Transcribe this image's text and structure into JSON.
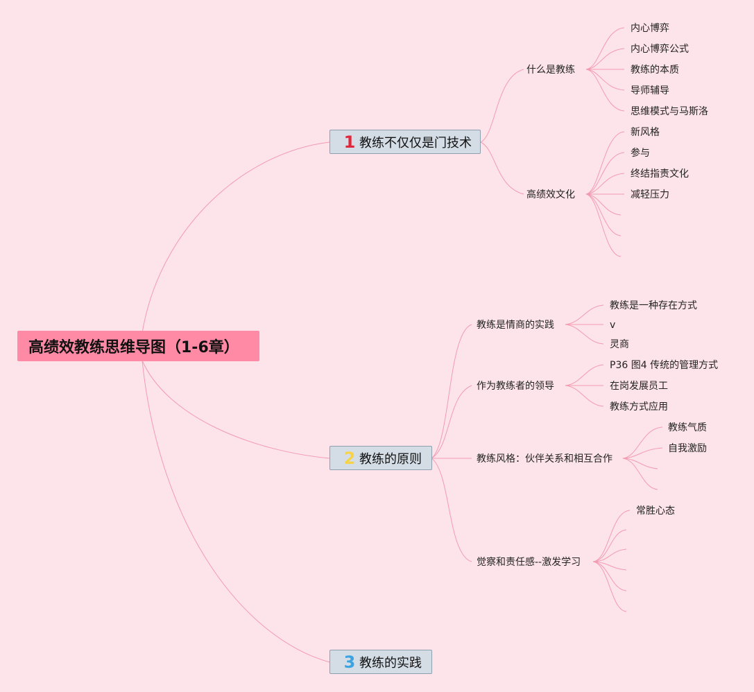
{
  "root": {
    "title": "高绩效教练思维导图（1-6章）"
  },
  "colors": {
    "background": "#fde4ea",
    "root": "#ff8aa6",
    "branch": "#d4dde6",
    "line": "#f39ab2",
    "num1": "#e0283c",
    "num2": "#f6d348",
    "num3": "#3aa3e0"
  },
  "branches": [
    {
      "num": "1",
      "label": "教练不仅仅是门技术",
      "subs": [
        {
          "label": "什么是教练",
          "leaves": [
            "内心博弈",
            "内心博弈公式",
            "教练的本质",
            "导师辅导",
            "思维模式与马斯洛"
          ]
        },
        {
          "label": "高绩效文化",
          "leaves": [
            "新风格",
            "参与",
            "终结指责文化",
            "减轻压力"
          ]
        }
      ]
    },
    {
      "num": "2",
      "label": "教练的原则",
      "subs": [
        {
          "label": "教练是情商的实践",
          "leaves": [
            "教练是一种存在方式",
            "v",
            "灵商"
          ]
        },
        {
          "label": "作为教练者的领导",
          "leaves": [
            "P36 图4 传统的管理方式",
            "在岗发展员工",
            "教练方式应用"
          ]
        },
        {
          "label": "教练风格：伙伴关系和相互合作",
          "leaves": [
            "教练气质",
            "自我激励"
          ]
        },
        {
          "label": "觉察和责任感--激发学习",
          "leaves": [
            "常胜心态"
          ]
        }
      ]
    },
    {
      "num": "3",
      "label": "教练的实践",
      "subs": []
    }
  ]
}
